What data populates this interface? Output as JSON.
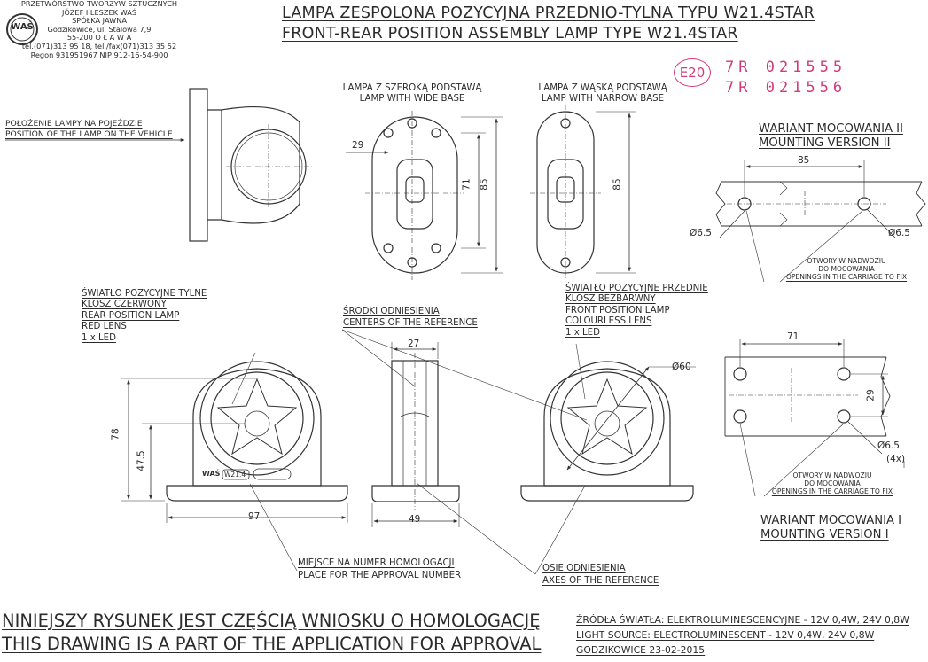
{
  "company": {
    "lines": [
      "PRZETWÓRSTWO TWORZYW SZTUCZNYCH",
      "JÓZEF I LESZEK WAŚ",
      "SPÓŁKA JAWNA",
      "Godzikowice, ul. Stalowa 7,9",
      "55-200  O Ł A W A",
      "tel.(071)313 95 18, tel./fax(071)313 35 52",
      "Regon 931951967 NIP 912-16-54-900"
    ],
    "logo": "WAŚ"
  },
  "title": {
    "pl": "LAMPA ZESPOLONA POZYCYJNA PRZEDNIO-TYLNA  TYPU W21.4STAR",
    "en": "FRONT-REAR POSITION ASSEMBLY LAMP  TYPE W21.4STAR"
  },
  "approval": {
    "mark": "E20",
    "numbers": [
      "7R  021555",
      "7R  021556"
    ]
  },
  "labels": {
    "position_pl": "POŁOŻENIE LAMPY NA POJEŹDZIE",
    "position_en": "POSITION OF THE LAMP ON THE VEHICLE",
    "wide_pl": "LAMPA Z SZEROKĄ PODSTAWĄ",
    "wide_en": "LAMP WITH WIDE BASE",
    "narrow_pl": "LAMPA Z WĄSKĄ PODSTAWĄ",
    "narrow_en": "LAMP WITH NARROW BASE",
    "rear": [
      "ŚWIATŁO POZYCYJNE TYLNE",
      "KLOSZ  CZERWONY",
      "REAR POSITION LAMP",
      "RED LENS",
      "1 x LED"
    ],
    "front": [
      "ŚWIATŁO POZYCYJNE PRZEDNIE",
      "KLOSZ BEZBARWNY",
      "FRONT POSITION LAMP",
      "COLOURLESS LENS",
      "1 x LED"
    ],
    "centers_pl": "ŚRODKI ODNIESIENIA",
    "centers_en": "CENTERS OF THE REFERENCE",
    "approval_place_pl": "MIEJSCE NA NUMER HOMOLOGACJI",
    "approval_place_en": "PLACE FOR THE APPROVAL NUMBER",
    "axes_pl": "OSIE ODNIESIENIA",
    "axes_en": "AXES OF THE REFERENCE",
    "body_mark": "WAŚ",
    "body_type": "W21.4"
  },
  "mounting": {
    "v2_pl": "WARIANT MOCOWANIA II",
    "v2_en": "MOUNTING VERSION II",
    "v1_pl": "WARIANT MOCOWANIA I",
    "v1_en": "MOUNTING VERSION I",
    "openings": [
      "OTWORY W NADWOZIU",
      "DO MOCOWANIA",
      "OPENINGS IN THE CARRIAGE TO FIX"
    ]
  },
  "dimensions": {
    "d29_wide": "29",
    "d71_wide": "71",
    "d85_wide": "85",
    "d85_narrow": "85",
    "d85_v2": "85",
    "d65_v2_left": "Ø6.5",
    "d65_v2_right": "Ø6.5",
    "d78": "78",
    "d47": "47.5",
    "d97": "97",
    "d27": "27",
    "d49": "49",
    "d60": "Ø60",
    "d71_v1": "71",
    "d29_v1": "29",
    "d65_v1": "Ø6.5",
    "d4x": "(4x)"
  },
  "footer": {
    "pl": "NINIEJSZY RYSUNEK JEST CZĘŚCIĄ WNIOSKU O  HOMOLOGACJĘ",
    "en": "THIS DRAWING IS A PART OF THE APPLICATION FOR  APPROVAL",
    "source_pl": "ŹRÓDŁA ŚWIATŁA: ELEKTROLUMINESCENCYJNE - 12V 0,4W, 24V 0,8W",
    "source_en": "LIGHT SOURCE: ELECTROLUMINESCENT - 12V 0,4W, 24V 0,8W",
    "date": "GODZIKOWICE  23-02-2015"
  }
}
